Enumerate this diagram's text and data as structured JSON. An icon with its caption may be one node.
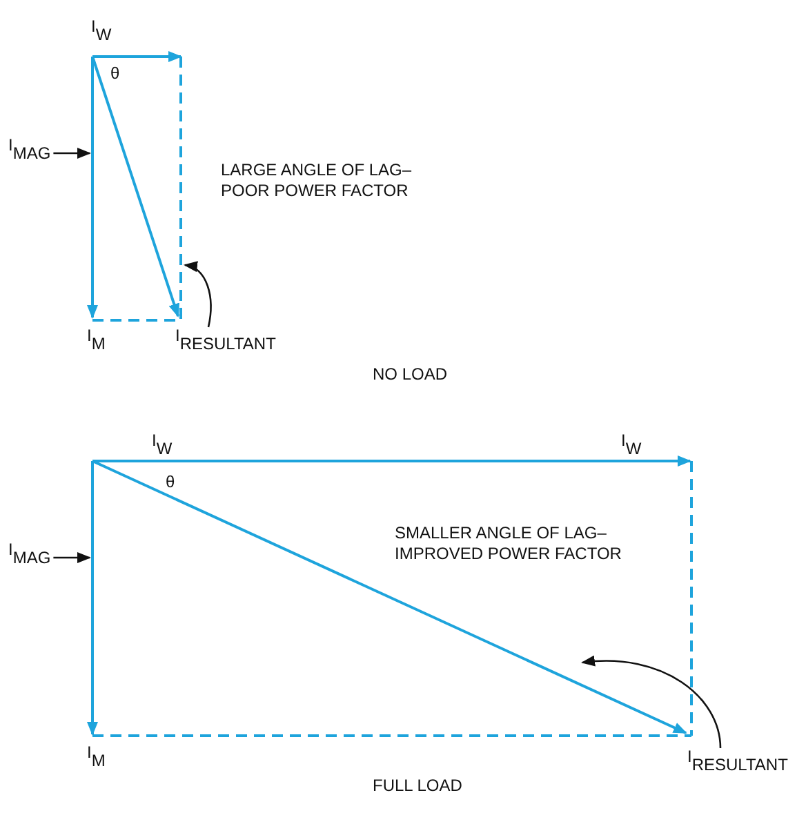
{
  "diagram": {
    "nodes": [
      {
        "text": [
          "I$_{MAG}$"
        ]
      },
      {
        "text": [
          "I$_{RESULTANT}$"
        ]
      },
      {
        "text": [
          "I$_{MAG}$"
        ]
      },
      {
        "text": [
          "I$_{RESULTANT}$"
        ]
      }
    ],
    "edges": [
      {
        "from": 0,
        "to": null,
        "arrow": "to"
      },
      {
        "from": 1,
        "to": null,
        "arrow": "to"
      },
      {
        "from": 2,
        "to": null,
        "arrow": "to"
      },
      {
        "from": 3,
        "to": null,
        "arrow": "to"
      }
    ],
    "labels": [
      "I$_{W}$",
      "θ",
      "LARGE ANGLE OF LAG– POOR POWER FACTOR",
      "I$_{M}$",
      "NO LOAD",
      "I$_{W}$",
      "I$_{W}$",
      "θ",
      "SMALLER ANGLE OF LAG– IMPROVED POWER FACTOR",
      "I$_{M}$",
      "FULL LOAD"
    ]
  }
}
